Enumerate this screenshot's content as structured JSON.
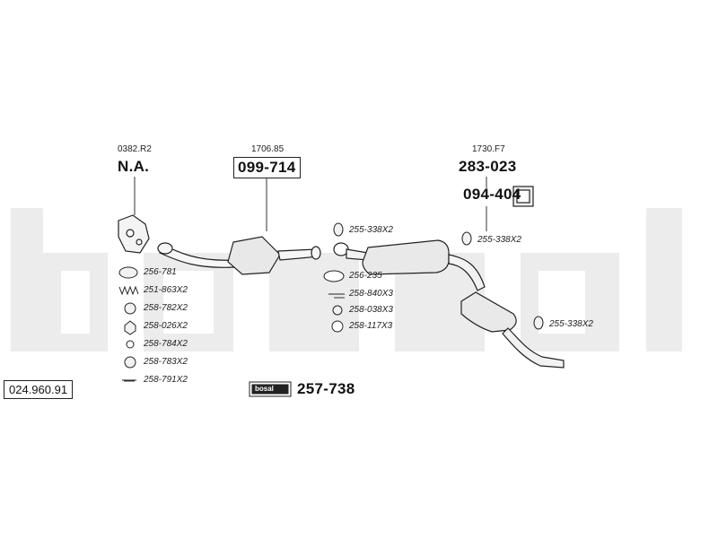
{
  "catalog_number": "024.960.91",
  "groups": [
    {
      "ref": "0382.R2",
      "part": "N.A."
    },
    {
      "ref": "1706.85",
      "part": "099-714"
    },
    {
      "ref": "1730.F7",
      "part": "283-023"
    }
  ],
  "bracket_part": "094-404",
  "kit_number": "257-738",
  "brand": "bosal",
  "hardware_left": [
    "256-781",
    "251-863X2",
    "258-782X2",
    "258-026X2",
    "258-784X2",
    "258-783X2",
    "258-791X2"
  ],
  "hardware_mid": [
    "255-338X2",
    "256-235",
    "258-840X3",
    "258-038X3",
    "258-117X3"
  ],
  "hardware_right_top": "255-338X2",
  "hardware_right_bottom": "255-338X2"
}
